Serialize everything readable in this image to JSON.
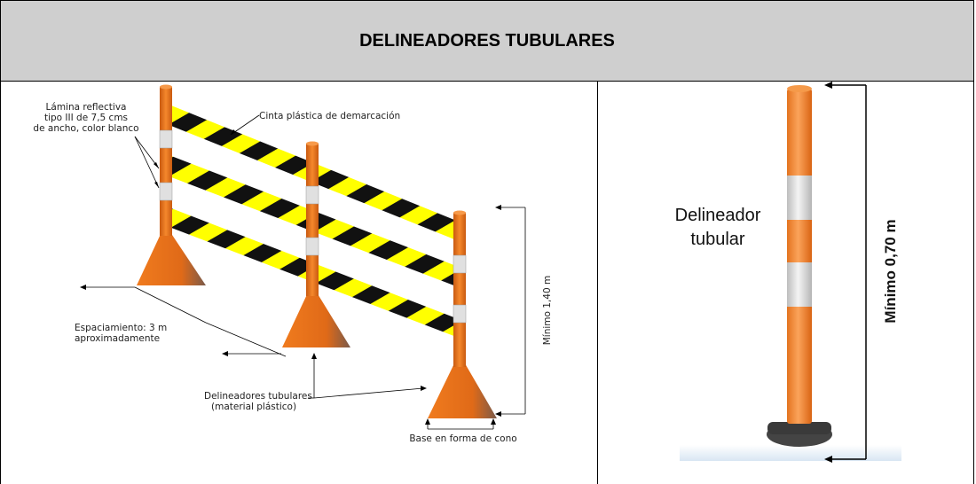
{
  "title": "DELINEADORES TUBULARES",
  "left_panel": {
    "label_reflective": [
      "Lámina reflectiva",
      "tipo III de 7,5 cms",
      "de ancho, color blanco"
    ],
    "label_tape": "Cinta plástica de demarcación",
    "label_spacing": [
      "Espaciamiento: 3 m",
      "aproximadamente"
    ],
    "label_height": "Mínimo 1,40 m",
    "label_delineators": [
      "Delineadores tubulares",
      "(material plástico)"
    ],
    "label_base": "Base en forma de cono"
  },
  "right_panel": {
    "label_name": [
      "Delineador",
      "tubular"
    ],
    "label_height": "Mínimo 0,70 m"
  },
  "colors": {
    "header_bg": "#cfcfcf",
    "orange": "#e8731f",
    "tape_yellow": "#ffff00",
    "tape_black": "#111111",
    "reflective": "#d9d9d9"
  }
}
